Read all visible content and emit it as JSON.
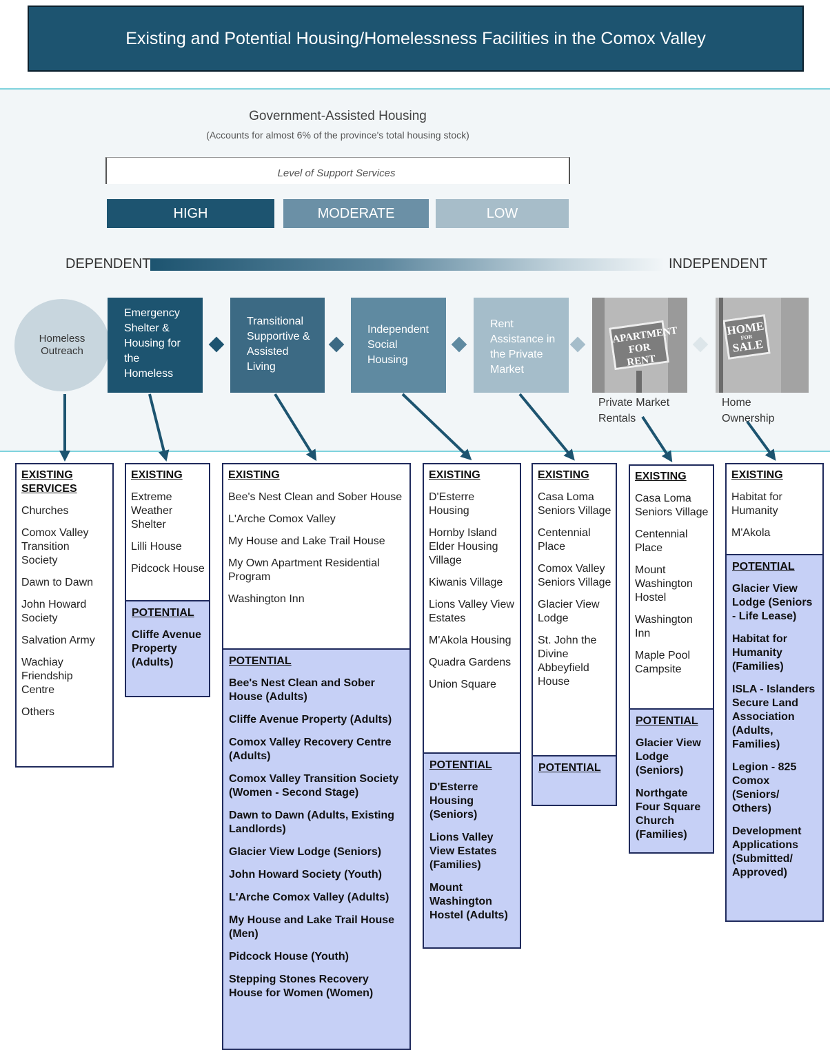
{
  "title": "Existing and Potential Housing/Homelessness Facilities in the Comox Valley",
  "gov": {
    "title": "Government-Assisted Housing",
    "subtitle": "(Accounts for almost 6% of the province's total housing stock)",
    "support_label": "Level of Support Services",
    "levels": [
      "HIGH",
      "MODERATE",
      "LOW"
    ]
  },
  "spectrum": {
    "left": "DEPENDENT",
    "right": "INDEPENDENT"
  },
  "stages": {
    "outreach": "Homeless Outreach",
    "emergency": "Emergency Shelter & Housing for the Homeless",
    "transitional": "Transitional Supportive & Assisted Living",
    "social": "Independent Social Housing",
    "rent": "Rent Assistance in the Private Market",
    "private": "Private Market Rentals",
    "home": "Home Ownership"
  },
  "signs": {
    "rent": "APARTMENT FOR RENT",
    "sale_top": "HOME",
    "sale_small": "FOR",
    "sale_bottom": "SALE"
  },
  "columns": [
    {
      "existing_header": "EXISTING SERVICES",
      "existing": [
        "Churches",
        "Comox Valley Transition Society",
        "Dawn to Dawn",
        "John Howard Society",
        "Salvation Army",
        "Wachiay Friendship Centre",
        "Others"
      ]
    },
    {
      "existing_header": "EXISTING",
      "existing": [
        "Extreme Weather Shelter",
        "Lilli House",
        "Pidcock House"
      ],
      "potential_header": "POTENTIAL",
      "potential": [
        "Cliffe Avenue Property (Adults)"
      ]
    },
    {
      "existing_header": "EXISTING",
      "existing": [
        "Bee's Nest Clean and Sober House",
        "L'Arche Comox Valley",
        "My House and Lake Trail House",
        "My Own Apartment Residential Program",
        "Washington Inn"
      ],
      "potential_header": "POTENTIAL",
      "potential": [
        "Bee's Nest Clean and Sober House (Adults)",
        "Cliffe Avenue Property (Adults)",
        "Comox Valley Recovery Centre (Adults)",
        "Comox Valley Transition Society (Women - Second Stage)",
        "Dawn to Dawn (Adults, Existing Landlords)",
        "Glacier View Lodge (Seniors)",
        "John Howard Society (Youth)",
        "L'Arche Comox Valley (Adults)",
        "My House and Lake Trail House (Men)",
        "Pidcock House (Youth)",
        "Stepping Stones Recovery House for Women (Women)"
      ]
    },
    {
      "existing_header": "EXISTING",
      "existing": [
        "D'Esterre Housing",
        "Hornby Island Elder Housing Village",
        "Kiwanis Village",
        "Lions Valley View Estates",
        "M'Akola Housing",
        "Quadra Gardens",
        "Union Square"
      ],
      "potential_header": "POTENTIAL",
      "potential": [
        "D'Esterre Housing (Seniors)",
        "Lions Valley View Estates (Families)",
        "Mount Washington Hostel (Adults)"
      ]
    },
    {
      "existing_header": "EXISTING",
      "existing": [
        "Casa Loma Seniors Village",
        "Centennial Place",
        "Comox Valley Seniors Village",
        "Glacier View Lodge",
        "St. John the Divine Abbeyfield House"
      ],
      "potential_header": "POTENTIAL",
      "potential": []
    },
    {
      "existing_header": "EXISTING",
      "existing": [
        "Casa Loma Seniors Village",
        "Centennial Place",
        "Mount Washington Hostel",
        "Washington Inn",
        "Maple Pool Campsite"
      ],
      "potential_header": "POTENTIAL",
      "potential": [
        "Glacier View Lodge (Seniors)",
        "Northgate Four Square Church (Families)"
      ]
    },
    {
      "existing_header": "EXISTING",
      "existing": [
        "Habitat for Humanity",
        "M'Akola"
      ],
      "potential_header": "POTENTIAL",
      "potential": [
        "Glacier View Lodge (Seniors - Life Lease)",
        "Habitat for Humanity (Families)",
        "ISLA - Islanders Secure Land Association (Adults, Families)",
        "Legion - 825 Comox (Seniors/ Others)",
        "Development Applications (Submitted/ Approved)"
      ]
    }
  ]
}
